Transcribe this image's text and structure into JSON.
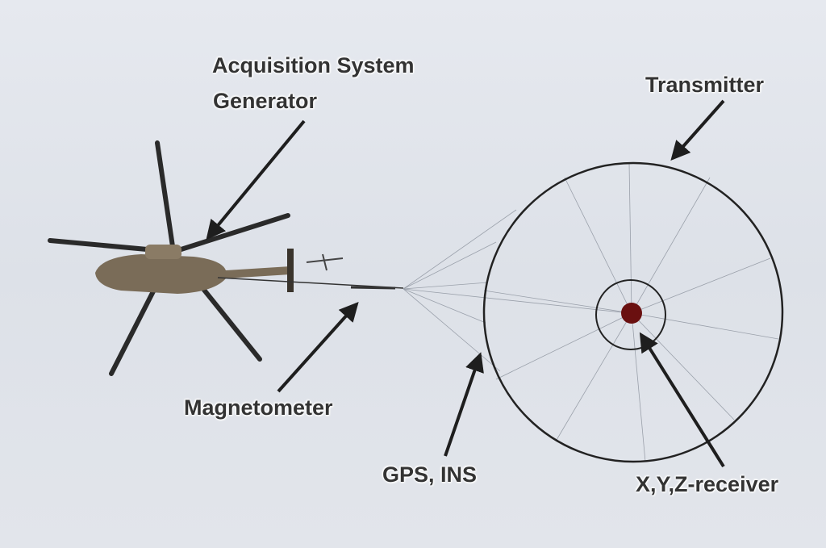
{
  "labels": {
    "acquisition": "Acquisition System",
    "generator": "Generator",
    "transmitter": "Transmitter",
    "magnetometer": "Magnetometer",
    "gps": "GPS, INS",
    "receiver": "X,Y,Z-receiver"
  },
  "colors": {
    "text": "#333333",
    "arrow": "#1e1e1e",
    "sky": "#dfe3ea",
    "helicopter": "#7a6c58",
    "receiver": "#6a1010"
  }
}
